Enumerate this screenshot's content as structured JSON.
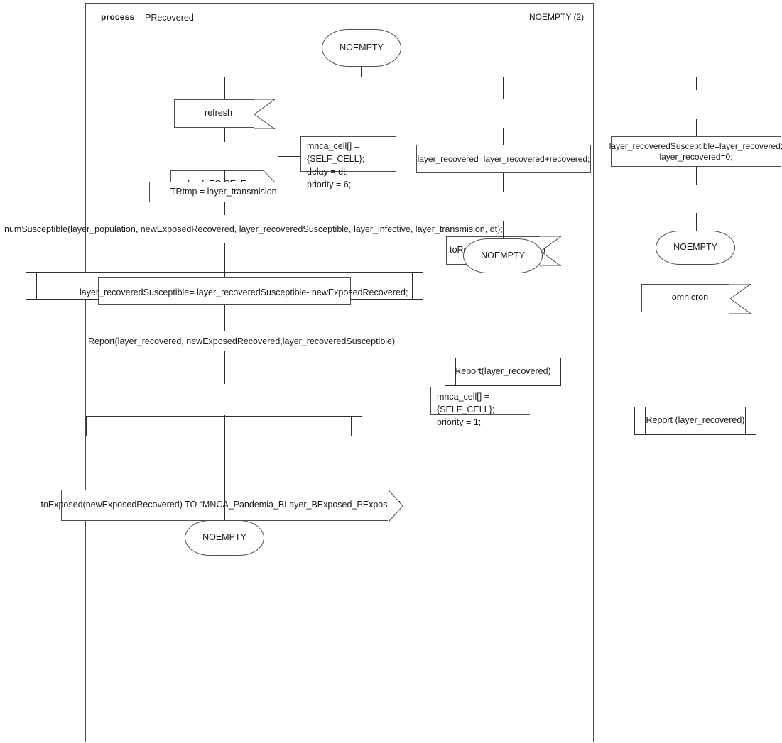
{
  "diagram": {
    "kind": "sdl-process-diagram",
    "frame": {
      "keyword": "process",
      "name": "PRecovered",
      "corner_label": "NOEMPTY (2)"
    },
    "start_state": {
      "label": "NOEMPTY"
    },
    "branches": {
      "refresh": {
        "input": {
          "label": "refresh"
        },
        "output": {
          "label": "refresh TO SELF"
        },
        "output_note": {
          "text": "mnca_cell[] = {SELF_CELL};\ndelay = dt;\npriority = 6;"
        },
        "task_trtmp": {
          "label": "TRtmp  = layer_transmision;"
        },
        "proc_numsusceptible": {
          "label": "numSusceptible(layer_population, newExposedRecovered, layer_recoveredSusceptible, layer_infective, layer_transmision, dt);"
        },
        "task_recsusc": {
          "label": "layer_recoveredSusceptible= layer_recoveredSusceptible- newExposedRecovered;"
        },
        "proc_report": {
          "label": "Report(layer_recovered, newExposedRecovered,layer_recoveredSusceptible)"
        },
        "output_toexposed": {
          "label": "toExposed(newExposedRecovered) TO “MNCA_Pandemia_BLayer_BExposed_PExposed”"
        },
        "output_toexposed_note": {
          "text": "mnca_cell[] = {SELF_CELL};\npriority = 1;"
        },
        "end_state": {
          "label": "NOEMPTY"
        }
      },
      "torecovered": {
        "input": {
          "label": "toRecovered(recovered)"
        },
        "task": {
          "label": "layer_recovered=layer_recovered+recovered;"
        },
        "proc_report": {
          "label": "Report(layer_recovered)"
        },
        "end_state": {
          "label": "NOEMPTY"
        }
      },
      "omnicron": {
        "input": {
          "label": "omnicron"
        },
        "task": {
          "label": "layer_recoveredSusceptible=layer_recovered;\nlayer_recovered=0;"
        },
        "proc_report": {
          "label": "Report (layer_recovered)"
        },
        "end_state": {
          "label": "NOEMPTY"
        }
      }
    },
    "colors": {
      "stroke": "#4d4d4d",
      "line": "#2b2b2b",
      "text": "#1a1a1a",
      "background": "#ffffff"
    }
  }
}
